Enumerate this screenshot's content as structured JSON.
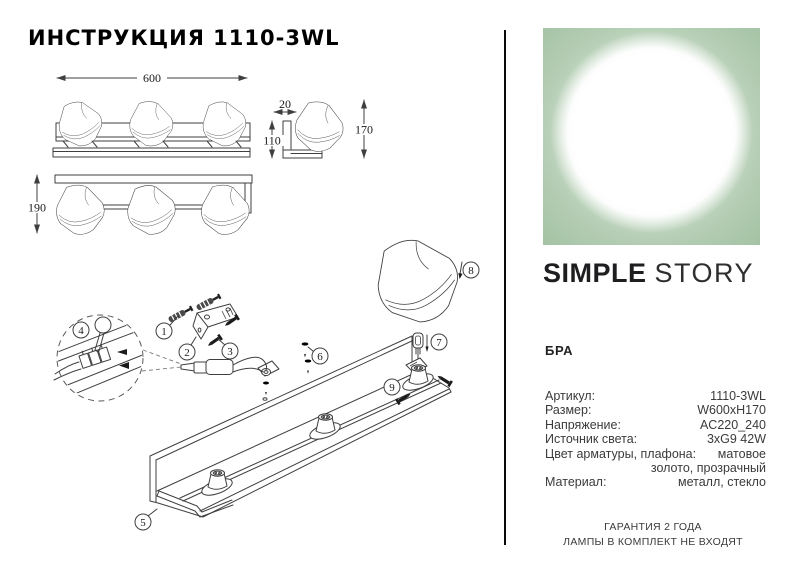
{
  "title": "ИНСТРУКЦИЯ 1110-3WL",
  "diagram": {
    "dims": {
      "width": "600",
      "front_height": "190",
      "depth": "20",
      "bracket_height": "110",
      "total_height": "170"
    },
    "callouts": [
      "1",
      "2",
      "3",
      "4",
      "5",
      "6",
      "7",
      "8",
      "9"
    ]
  },
  "brand": {
    "word1": "SIMPLE",
    "word2": "STORY"
  },
  "product": {
    "type": "БРА",
    "specs": [
      {
        "label": "Артикул:",
        "value": "1110-3WL"
      },
      {
        "label": "Размер:",
        "value": "W600xH170"
      },
      {
        "label": "Напряжение:",
        "value": "AC220_240"
      },
      {
        "label": "Источник света:",
        "value": "3xG9 42W"
      },
      {
        "label": "Цвет арматуры, плафона:",
        "value": "матовое"
      },
      {
        "label": "",
        "value": "золото, прозрачный"
      },
      {
        "label": "Материал:",
        "value": "металл, стекло"
      }
    ]
  },
  "footer": {
    "warranty": "ГАРАНТИЯ 2 ГОДА",
    "lamps_note": "ЛАМПЫ В КОМПЛЕКТ НЕ ВХОДЯТ"
  }
}
